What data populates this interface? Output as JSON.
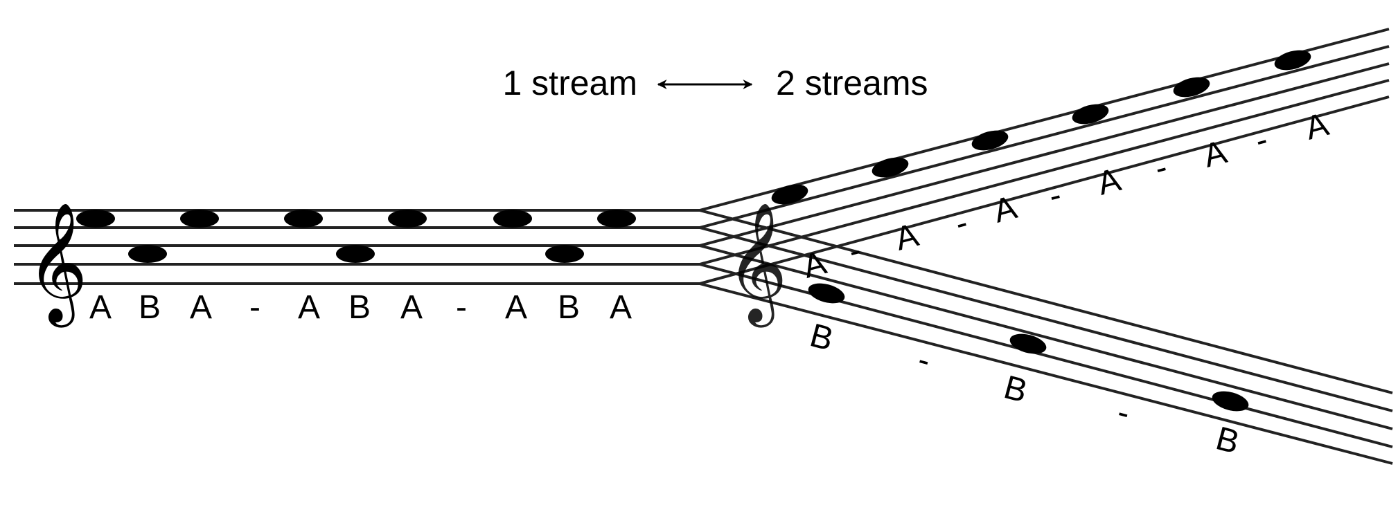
{
  "caption": {
    "left": "1 stream",
    "right": "2 streams"
  },
  "clef_glyph": "𝄞",
  "sequences": {
    "single_stream": [
      "A",
      "B",
      "A",
      "-",
      "A",
      "B",
      "A",
      "-",
      "A",
      "B",
      "A"
    ],
    "stream_a": [
      "A",
      "-",
      "A",
      "-",
      "A",
      "-",
      "A",
      "-",
      "A",
      "-",
      "A"
    ],
    "stream_b": [
      "B",
      "-",
      "B",
      "-",
      "B"
    ]
  },
  "colors": {
    "ink": "#000000",
    "staff_line": "#222222"
  }
}
